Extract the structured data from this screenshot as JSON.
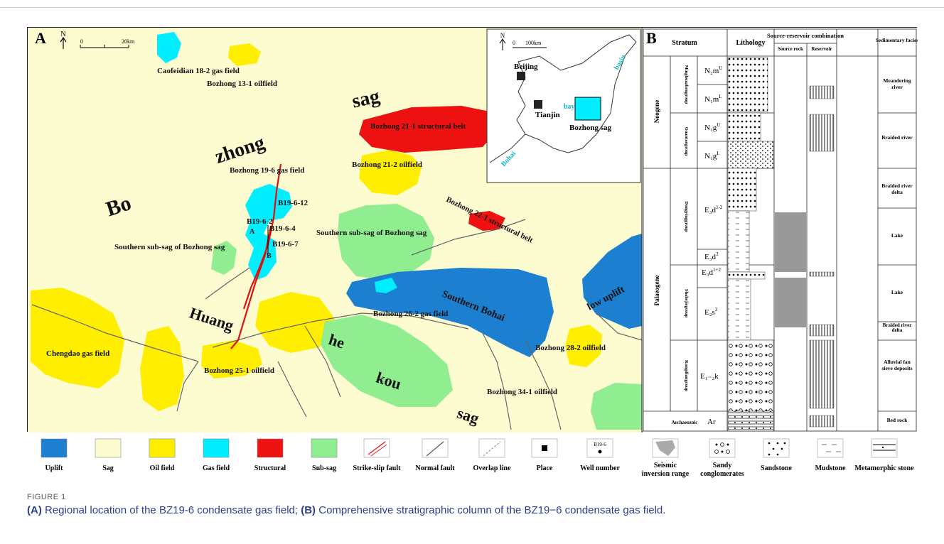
{
  "panel_a": {
    "label": "A",
    "north": "N",
    "scale": {
      "zero": "0",
      "end": "20km"
    },
    "labels": {
      "caofeidian": "Caofeidian 18-2 gas field",
      "bz131": "Bozhong 13-1 oilfield",
      "sag": "sag",
      "zhong": "zhong",
      "bo": "Bo",
      "bz211sb": "Bozhong 21-1 structural belt",
      "bz212": "Bozhong 21-2 oilfield",
      "bz196": "Bozhong 19-6 gas field",
      "bz221sb": "Bozhong 22-1 structural belt",
      "b19612": "B19-6-12",
      "b1962": "B19-6-2",
      "b1964": "B19-6-4",
      "b1967": "B19-6-7",
      "a": "A",
      "b": "B",
      "southern_sub_left": "Southern sub-sag of Bozhong sag",
      "southern_sub_right": "Southern sub-sag of Bozhong sag",
      "southern_bohai": "Southern Bohai",
      "low_uplift": "low uplift",
      "bz262": "Bozhong 26-2 gas field",
      "huang": "Huang",
      "he": "he",
      "kou": "kou",
      "sag2": "sag",
      "chengdao": "Chengdao gas field",
      "bz251": "Bozhong 25-1 oilfield",
      "bz282": "Bozhong 28-2 oilfield",
      "bz341": "Bozhong 34-1 oilfield"
    },
    "inset": {
      "north": "N",
      "scale": {
        "zero": "0",
        "end": "100km"
      },
      "beijing": "Beijing",
      "tianjin": "Tianjin",
      "bay": "bay",
      "bozhong_sag": "Bozhong sag",
      "basin": "basin",
      "bohai": "Bohai"
    }
  },
  "panel_b": {
    "label": "B",
    "headers": {
      "stratum": "Stratum",
      "lithology": "Lithology",
      "combo": "Source-reservoir combination",
      "source": "Source rock",
      "reservoir": "Reservoir",
      "facies": "Sedimentary facies"
    },
    "eras": [
      "Neogene",
      "Palaeogene",
      "Archaeozoic"
    ],
    "groups": [
      "Minghuazhengroup",
      "Guantaogroup",
      "Dongyinggroup",
      "Shahejiegroup",
      "Kongdiangroup"
    ],
    "formations": [
      "N₂m",
      "N₁m",
      "N₁g",
      "N₁g",
      "E₃d",
      "E₃d",
      "E₃d",
      "E₂s",
      "E₁₋₂k",
      "Ar"
    ],
    "formation_sup": [
      "U",
      "L",
      "U",
      "L",
      "1-2",
      "3",
      "1+2",
      "3",
      "",
      ""
    ],
    "facies": [
      "Meandering river",
      "Braided river",
      "Braided river delta",
      "Lake",
      "Lake",
      "Braided river delta",
      "Alluvial fan sieve deposits",
      "Bed rock"
    ]
  },
  "legend": [
    {
      "label": "Uplift",
      "color": "#1c7fd0"
    },
    {
      "label": "Sag",
      "color": "#fdfbd0"
    },
    {
      "label": "Oil field",
      "color": "#ffee00"
    },
    {
      "label": "Gas field",
      "color": "#00eeff"
    },
    {
      "label": "Structural",
      "color": "#ee1111"
    },
    {
      "label": "Sub-sag",
      "color": "#90ee90"
    },
    {
      "label": "Strike-slip fault",
      "color": "#dd2222"
    },
    {
      "label": "Normal fault",
      "color": "#555555"
    },
    {
      "label": "Overlap line",
      "color": "#888888"
    },
    {
      "label": "Place",
      "color": "#000000"
    },
    {
      "label": "Well number",
      "color": "#000000"
    },
    {
      "label": "Seismic inversion range",
      "color": "#999999"
    },
    {
      "label": "Sandy conglomerates",
      "color": "#000000"
    },
    {
      "label": "Sandstone",
      "color": "#000000"
    },
    {
      "label": "Mudstone",
      "color": "#000000"
    },
    {
      "label": "Metamorphic stone",
      "color": "#000000"
    }
  ],
  "legend_well_sample": "B19-6",
  "caption": {
    "label": "FIGURE 1",
    "a_tag": "(A)",
    "a_text": " Regional location of the BZ19-6 condensate gas field; ",
    "b_tag": "(B)",
    "b_text": " Comprehensive stratigraphic column of the BZ19−6 condensate gas field."
  }
}
